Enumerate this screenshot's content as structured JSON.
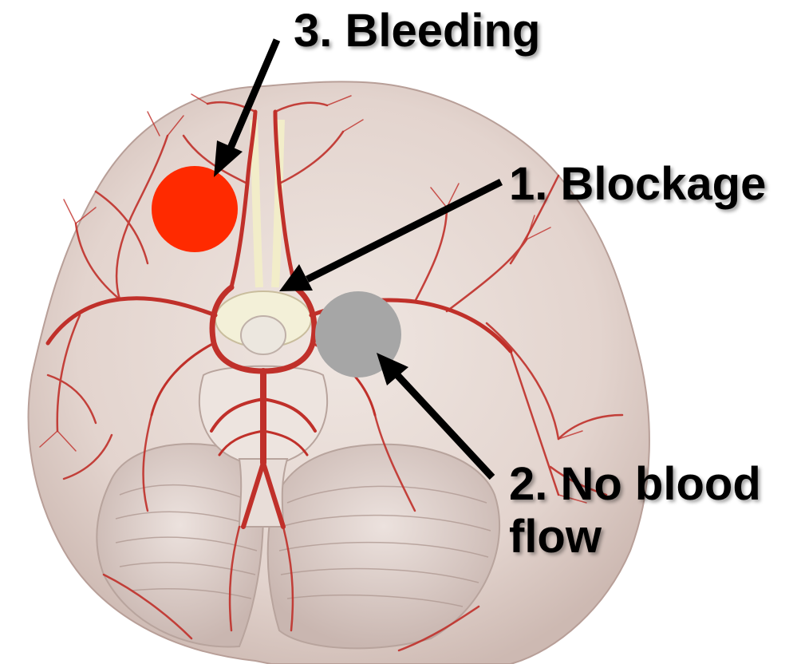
{
  "labels": {
    "bleeding": "3. Bleeding",
    "blockage": "1. Blockage",
    "no_flow_line1": "2. No blood",
    "no_flow_line2": "flow"
  },
  "colors": {
    "bleeding_marker": "#ff2a00",
    "no_flow_marker": "#a6a6a6",
    "arrow": "#000000",
    "brain_tissue": "#e6d8d2",
    "artery": "#c0302a"
  },
  "image": {
    "subject": "brain-underside-with-arteries"
  }
}
